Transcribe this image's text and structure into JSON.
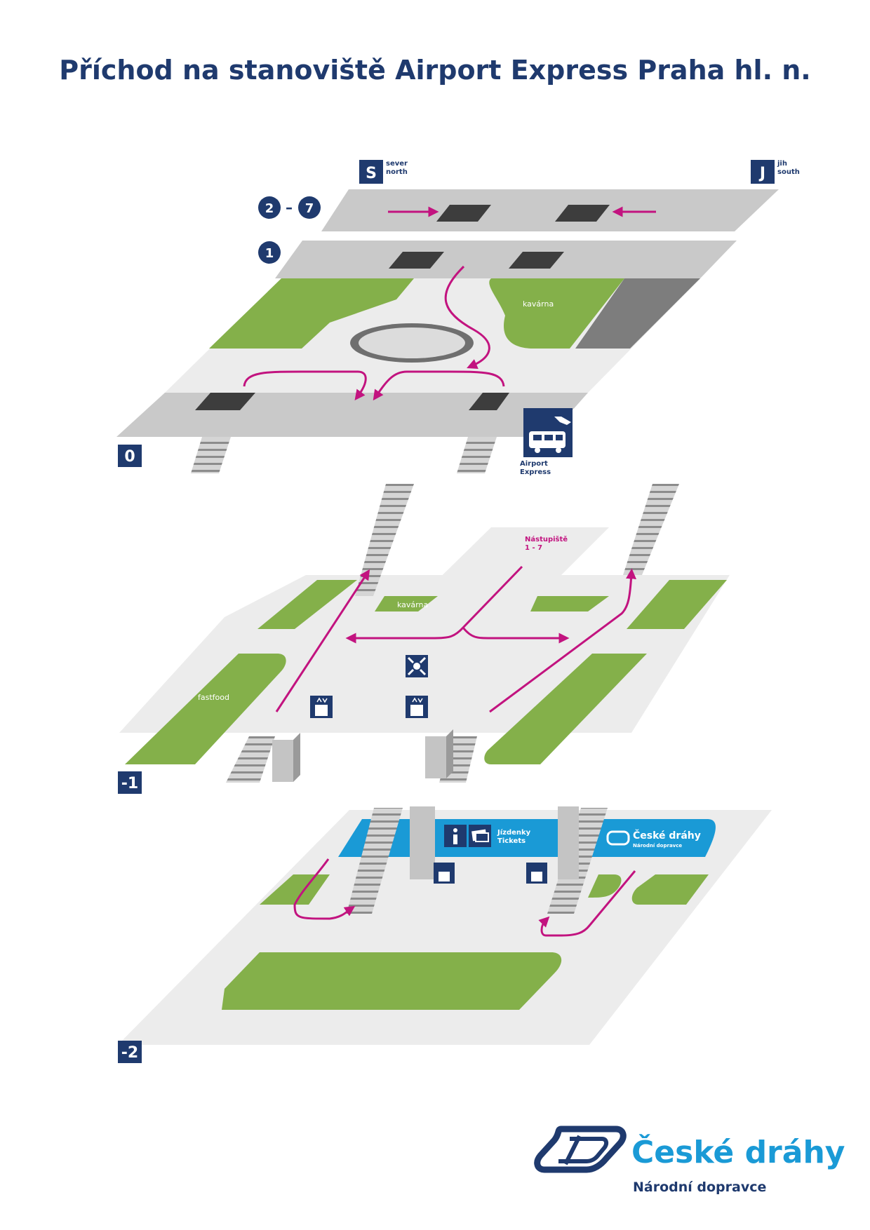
{
  "title": "Příchod na stanoviště Airport Express Praha hl. n.",
  "colors": {
    "navy": "#1f3a6e",
    "green": "#84b04a",
    "floor": "#ececec",
    "platform": "#c9c9c9",
    "magenta": "#c2137f",
    "blue": "#1a9ad6",
    "dark_grey": "#7d7d7d"
  },
  "compass": {
    "north": {
      "letter": "S",
      "line1": "sever",
      "line2": "north"
    },
    "south": {
      "letter": "J",
      "line1": "jih",
      "line2": "south"
    }
  },
  "platforms": {
    "upper": {
      "from": "2",
      "dash": "–",
      "to": "7"
    },
    "lower": "1"
  },
  "level_0": {
    "label": "0",
    "cafe": "kavárna",
    "airport_express": {
      "line1": "Airport",
      "line2": "Express",
      "icon": "bus-plane-icon"
    }
  },
  "level_minus_1": {
    "label": "-1",
    "cafe": "kavárna",
    "fastfood": "fastfood",
    "platforms_sign": {
      "line1": "Nástupiště",
      "line2": "1 - 7"
    },
    "icons": [
      "meeting-point-icon",
      "elevator-icon"
    ]
  },
  "level_minus_2": {
    "label": "-2",
    "info_icon": "info-icon",
    "tickets": {
      "line1": "Jízdenky",
      "line2": "Tickets",
      "icon": "ticket-icon"
    },
    "banner": {
      "name": "České dráhy",
      "sub": "Národní dopravce"
    }
  },
  "logo": {
    "name": "České dráhy",
    "sub": "Národní dopravce"
  }
}
